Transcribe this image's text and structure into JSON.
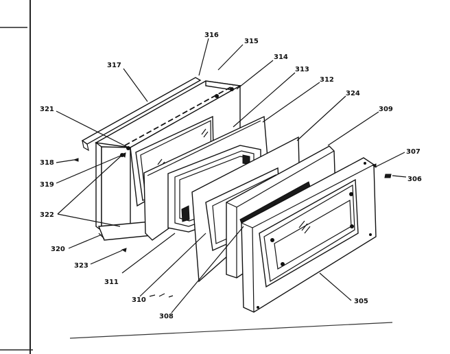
{
  "diagram": {
    "labels": {
      "p316": "316",
      "p315": "315",
      "p314": "314",
      "p313": "313",
      "p312": "312",
      "p324": "324",
      "p309": "309",
      "p317": "317",
      "p321": "321",
      "p318": "318",
      "p319": "319",
      "p322": "322",
      "p320": "320",
      "p323": "323",
      "p311": "311",
      "p310": "310",
      "p308": "308",
      "p305": "305",
      "p307": "307",
      "p306": "306"
    }
  }
}
